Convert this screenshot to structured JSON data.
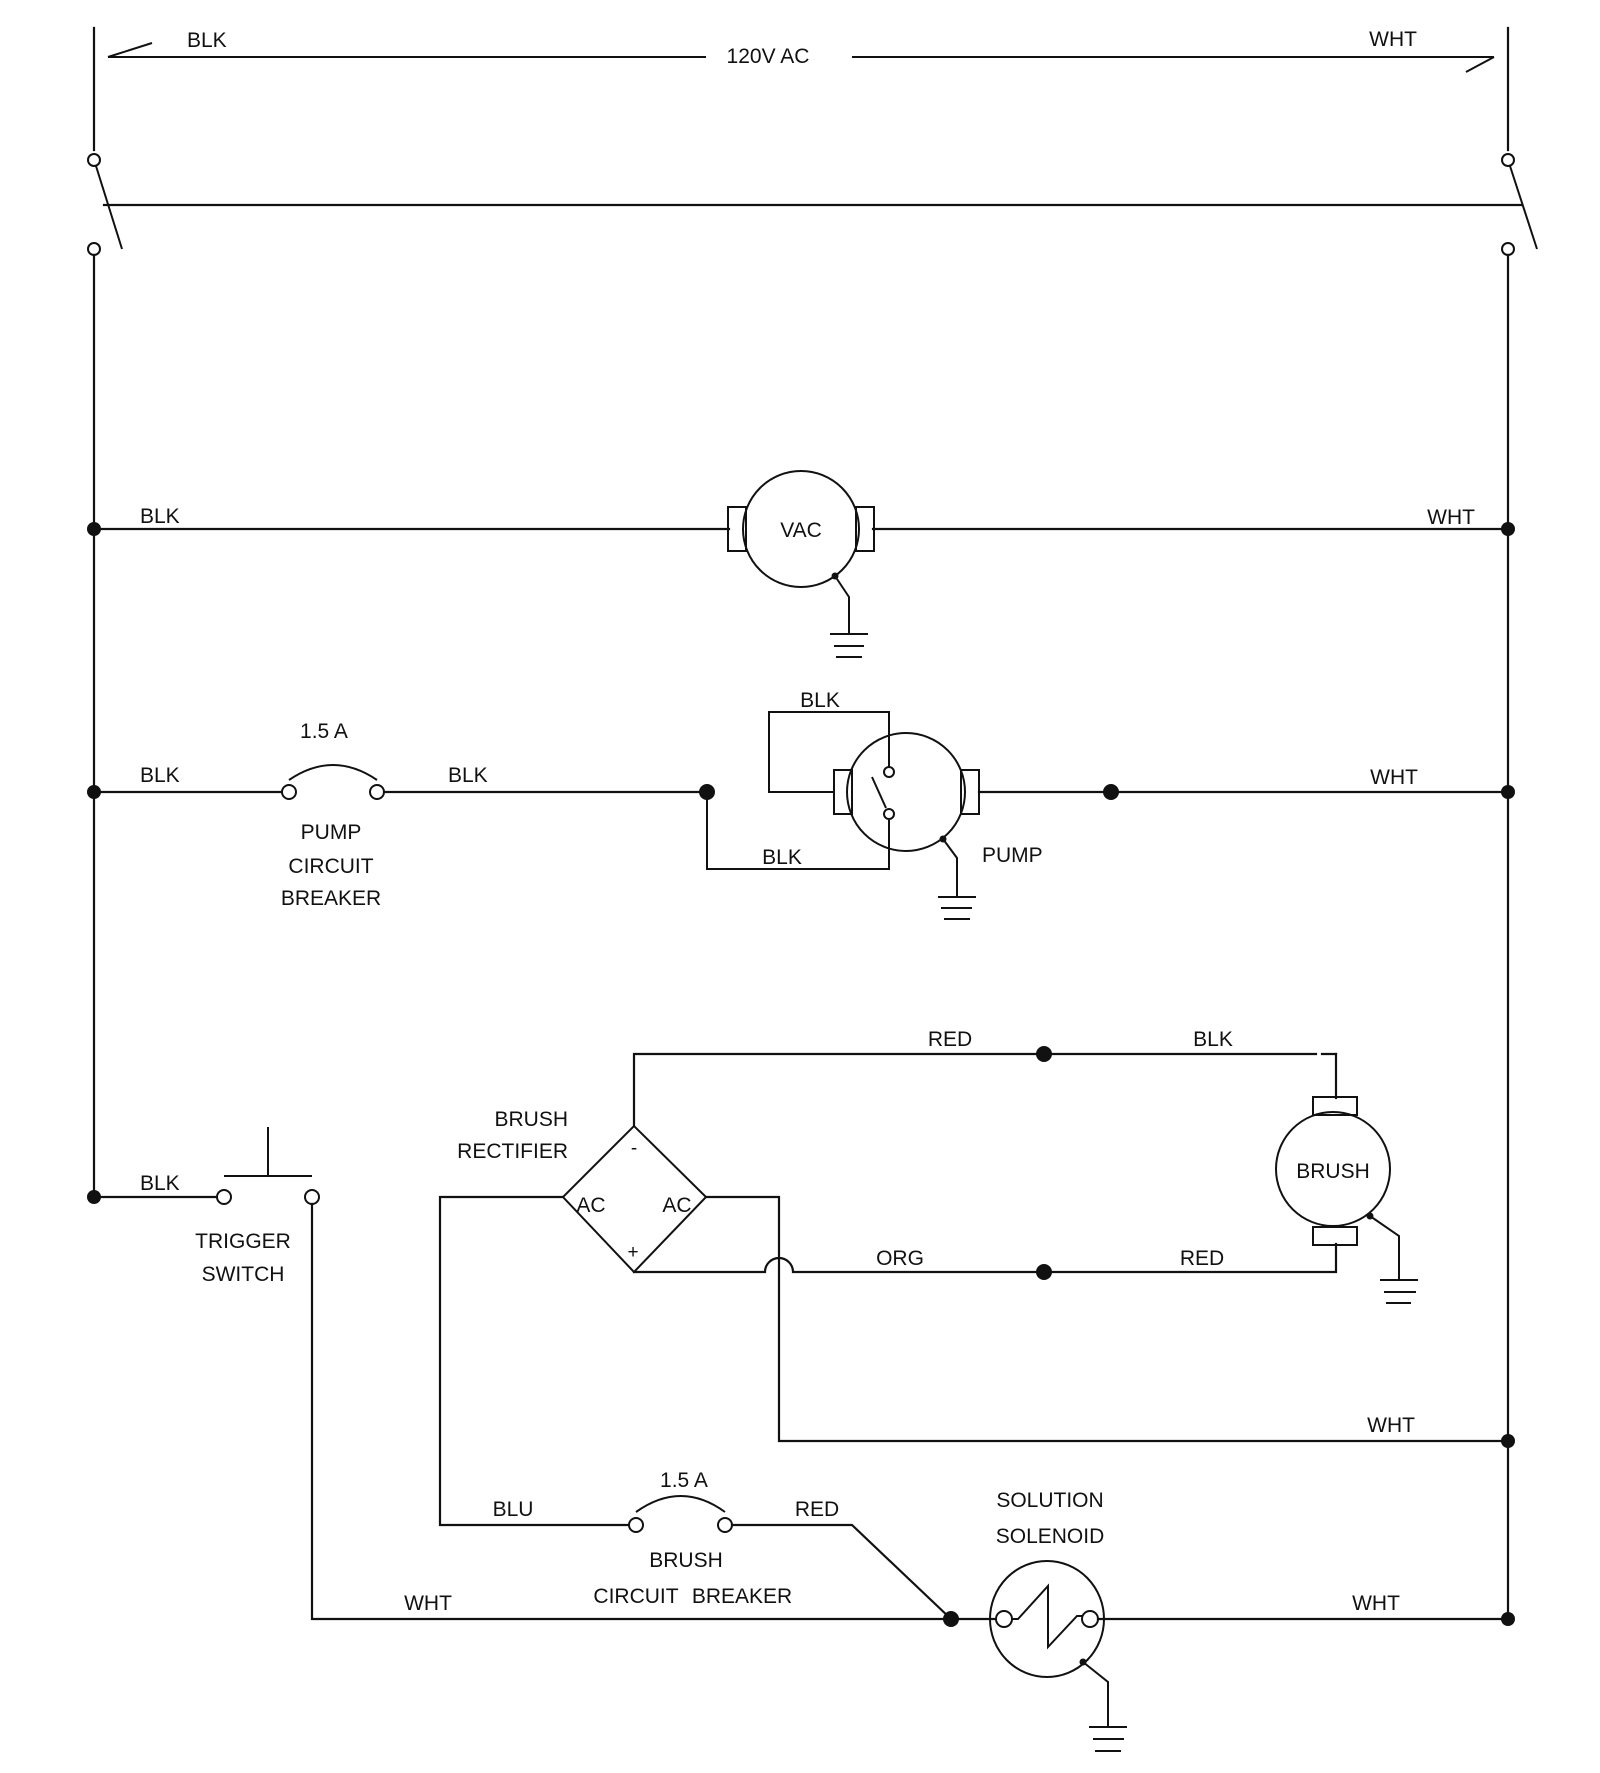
{
  "diagram": {
    "type": "wiring schematic",
    "supply": {
      "label": "120V AC",
      "left_wire": "BLK",
      "right_wire": "WHT"
    },
    "components": {
      "vac": {
        "label": "VAC",
        "left_wire": "BLK",
        "right_wire": "WHT"
      },
      "pump": {
        "label": "PUMP",
        "input_wire": "BLK",
        "breaker_out_wire": "BLK",
        "loop_top_wire": "BLK",
        "loop_bottom_wire": "BLK",
        "right_wire": "WHT"
      },
      "pump_breaker": {
        "rating": "1.5 A",
        "label_lines": [
          "PUMP",
          "CIRCUIT",
          "BREAKER"
        ]
      },
      "brush_rectifier": {
        "label_lines": [
          "BRUSH",
          "RECTIFIER"
        ],
        "terminals": {
          "neg": "-",
          "pos": "+",
          "ac_left": "AC",
          "ac_right": "AC"
        }
      },
      "brush_motor": {
        "label": "BRUSH",
        "top_wire_left": "RED",
        "top_wire_right": "BLK",
        "bottom_wire_left": "ORG",
        "bottom_wire_right": "RED"
      },
      "rectifier_return_wire": "WHT",
      "trigger_switch": {
        "label_lines": [
          "TRIGGER",
          "SWITCH"
        ],
        "input_wire": "BLK"
      },
      "brush_breaker": {
        "rating": "1.5 A",
        "label_lines": [
          "BRUSH",
          "CIRCUIT",
          "BREAKER"
        ],
        "left_wire": "BLU",
        "right_wire": "RED"
      },
      "solution_solenoid": {
        "label_lines": [
          "SOLUTION",
          "SOLENOID"
        ],
        "left_wire": "WHT",
        "right_wire": "WHT"
      }
    }
  }
}
